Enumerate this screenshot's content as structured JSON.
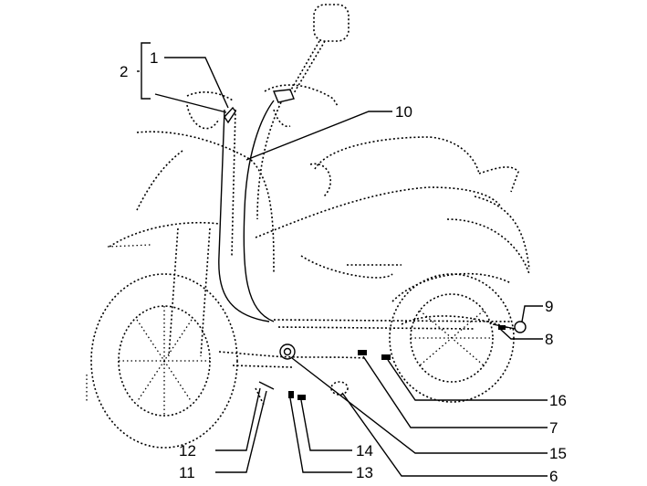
{
  "callouts": {
    "c1": "1",
    "c2": "2",
    "c6": "6",
    "c7": "7",
    "c8": "8",
    "c9": "9",
    "c10": "10",
    "c11": "11",
    "c12": "12",
    "c13": "13",
    "c14": "14",
    "c15": "15",
    "c16": "16"
  }
}
